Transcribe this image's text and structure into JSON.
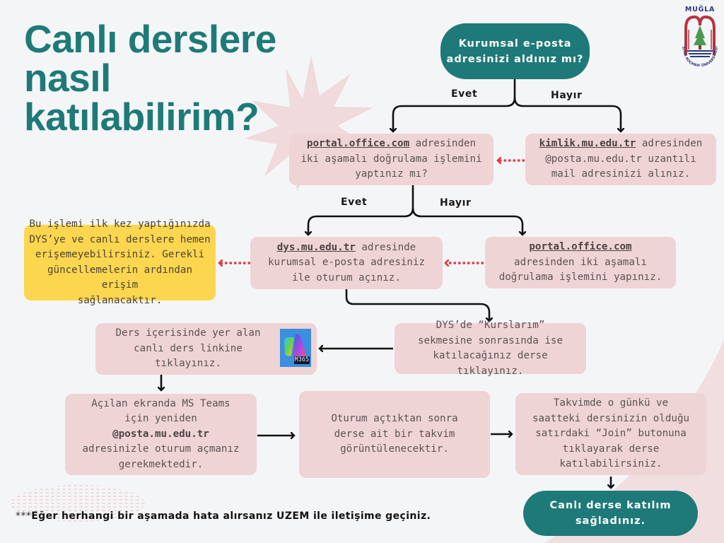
{
  "title": {
    "lines": [
      "Canlı derslere",
      "nasıl",
      "katılabilirim?"
    ]
  },
  "logo": {
    "text": "MUĞLA",
    "ring_text": "SITKI KOÇMAN ÜNİVERSİTESİ"
  },
  "colors": {
    "teal": "#1e7a78",
    "box_pink": "#efd4d5",
    "note_yellow": "#fcd64f",
    "dotted_red": "#e0393e",
    "background": "#f4f5f7"
  },
  "flow": {
    "start": {
      "line1": "Kurumsal e-posta",
      "line2": "adresinizi aldınız mı?"
    },
    "branch1": {
      "yes": "Evet",
      "no": "Hayır"
    },
    "step_portal_question": {
      "link": "portal.office.com",
      "after_link": " adresinden",
      "line2": "iki aşamalı doğrulama işlemini",
      "line3": "yaptınız mı?"
    },
    "step_kimlik": {
      "link": "kimlik.mu.edu.tr",
      "after_link": " adresinden",
      "line2": "@posta.mu.edu.tr uzantılı",
      "line3": "mail adresinizi alınız."
    },
    "branch2": {
      "yes": "Evet",
      "no": "Hayır"
    },
    "note_yellow": {
      "line1": "Bu işlemi ilk kez yaptığınızda",
      "line2": "DYS’ye ve canlı derslere hemen",
      "line3": "erişemeyebilirsiniz. Gerekli",
      "line4": "güncellemelerin ardından erişim",
      "line5": "sağlanacaktır."
    },
    "step_dys": {
      "link": "dys.mu.edu.tr",
      "after_link": " adresinde",
      "line2": "kurumsal e-posta adresiniz",
      "line3": "ile oturum açınız."
    },
    "step_portal_do": {
      "link": "portal.office.com",
      "line2": "adresinden iki aşamalı",
      "line3": "doğrulama işlemini yapınız."
    },
    "step_courses": {
      "line1": "DYS’de “Kurslarım”",
      "line2": "sekmesine sonrasında ise",
      "line3": "katılacağınız derse tıklayınız."
    },
    "step_live_link": {
      "line1": "Ders içerisinde yer alan",
      "line2": "canlı ders linkine tıklayınız.",
      "icon_label": "M365"
    },
    "step_teams": {
      "line1": "Açılan ekranda MS Teams",
      "line2": "için yeniden",
      "line3": "@posta.mu.edu.tr",
      "line4": "adresinizle oturum açmanız",
      "line5": "gerekmektedir."
    },
    "step_calendar": {
      "line1": "Oturum açtıktan sonra",
      "line2": "derse ait bir takvim",
      "line3": "görüntülenecektir."
    },
    "step_join": {
      "line1": "Takvimde o günkü ve",
      "line2": "saatteki dersinizin olduğu",
      "line3": "satırdaki “Join” butonuna",
      "line4": "tıklayarak derse",
      "line5": "katılabilirsiniz."
    },
    "end": {
      "line1": "Canlı derse katılım",
      "line2": "sağladınız."
    }
  },
  "footer": {
    "stars": "***",
    "text": "Eğer herhangi bir aşamada hata alırsanız UZEM ile iletişime geçiniz."
  }
}
